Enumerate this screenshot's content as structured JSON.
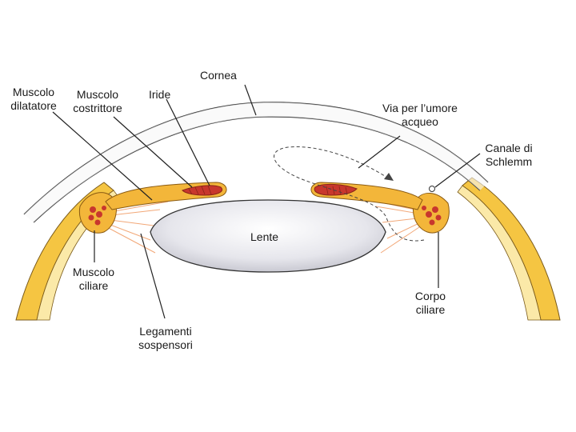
{
  "labels": {
    "cornea": "Cornea",
    "muscolo_dilatatore": [
      "Muscolo",
      "dilatatore"
    ],
    "muscolo_costrittore": [
      "Muscolo",
      "costrittore"
    ],
    "iride": "Iride",
    "via_umore": [
      "Via per l’umore",
      "acqueo"
    ],
    "canale_schlemm": [
      "Canale di",
      "Schlemm"
    ],
    "lente": "Lente",
    "muscolo_ciliare": [
      "Muscolo",
      "ciliare"
    ],
    "legamenti": [
      "Legamenti",
      "sospensori"
    ],
    "corpo_ciliare": [
      "Corpo",
      "ciliare"
    ]
  },
  "colors": {
    "sclera_fill": "#f5c542",
    "sclera_light": "#fbe9a8",
    "muscle_red": "#c8372d",
    "iris_dark": "#8a2518",
    "lens_fill": "#e4e4ea",
    "ligament": "#f2a878"
  }
}
